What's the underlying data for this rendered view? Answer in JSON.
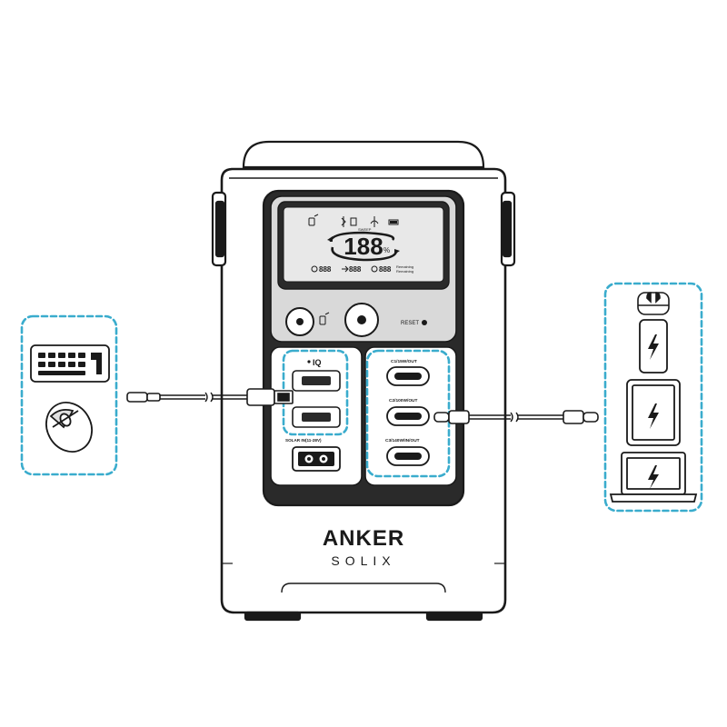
{
  "brand": {
    "line1": "ANKER",
    "line2": "SOLIX"
  },
  "display": {
    "main_readout": "188",
    "unit": "%",
    "input_readout": "888",
    "output_readout": "888",
    "time_readout": "888",
    "time_label_top": "Remaining",
    "time_label_bottom": "Remaining",
    "status_small": "SWEEP"
  },
  "controls": {
    "reset_label": "RESET"
  },
  "ports": {
    "usb_a_header": "IQ",
    "solar_label": "SOLAR IN(11-28V)",
    "c1_label": "C1/15W/OUT",
    "c2_label": "C2/100W/OUT",
    "c3_label": "C3/140W/IN/OUT"
  },
  "colors": {
    "outline": "#1a1a1a",
    "highlight_dash": "#3aaccd",
    "panel_gray": "#d9d9d9",
    "panel_dark": "#2a2a2a",
    "screen": "#e8e8e8"
  },
  "icons": [
    "keyboard-icon",
    "mouse-icon",
    "earbuds-icon",
    "phone-icon",
    "tablet-icon",
    "laptop-icon",
    "usb-c-cable-icon",
    "usb-a-cable-icon"
  ]
}
